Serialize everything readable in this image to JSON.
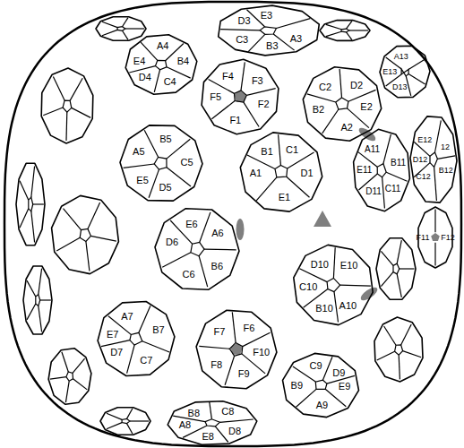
{
  "diagram": {
    "nodes": [
      {
        "text": [
          "D3",
          "E3",
          "C3",
          "B3",
          "A3"
        ]
      },
      {
        "text": [
          "A13",
          "E13",
          "D13"
        ]
      },
      {
        "text": [
          "A4",
          "E4",
          "B4",
          "D4",
          "C4"
        ]
      },
      {
        "text": [
          "F4",
          "F3",
          "F5",
          "F2",
          "F1"
        ]
      },
      {
        "text": [
          "C2",
          "D2",
          "B2",
          "E2",
          "A2"
        ]
      },
      {
        "text": [
          "B5",
          "A5",
          "C5",
          "E5",
          "D5"
        ]
      },
      {
        "text": [
          "B1",
          "C1",
          "A1",
          "D1",
          "E1"
        ]
      },
      {
        "text": [
          "A11",
          "E11",
          "B11",
          "D11",
          "C11"
        ]
      },
      {
        "text": [
          "E12",
          "12",
          "D12",
          "C12",
          "B12"
        ]
      },
      {
        "text": [
          "E6",
          "A6",
          "D6",
          "B6",
          "C6"
        ]
      },
      {
        "text": [
          "F11",
          "F12"
        ]
      },
      {
        "text": [
          "D10",
          "E10",
          "C10",
          "A10",
          "B10"
        ]
      },
      {
        "text": [
          "A7",
          "B7",
          "E7",
          "D7",
          "C7"
        ]
      },
      {
        "text": [
          "F6",
          "F7",
          "F10",
          "F8",
          "F9"
        ]
      },
      {
        "text": [
          "C9",
          "D9",
          "B9",
          "E9",
          "A9"
        ]
      },
      {
        "text": [
          "B8",
          "C8",
          "A8",
          "E8",
          "D8"
        ]
      }
    ]
  }
}
